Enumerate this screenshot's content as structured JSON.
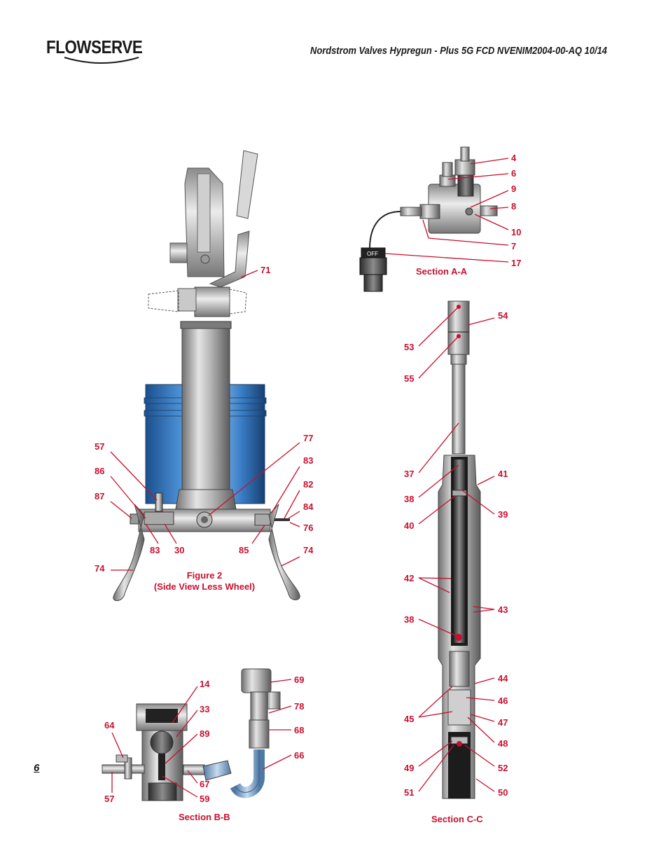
{
  "header": {
    "logo_text": "FLOWSERVE",
    "title": "Nordstrom Valves  Hypregun - Plus 5G FCD NVENIM2004-00-AQ 10/14"
  },
  "page_number": "6",
  "figure2": {
    "caption_line1": "Figure 2",
    "caption_line2": "(Side View Less Wheel)",
    "callouts": {
      "c71": "71",
      "c57": "57",
      "c86": "86",
      "c87": "87",
      "c83a": "83",
      "c30": "30",
      "c74a": "74",
      "c77": "77",
      "c83b": "83",
      "c82": "82",
      "c84": "84",
      "c76": "76",
      "c85": "85",
      "c74b": "74"
    }
  },
  "section_aa": {
    "caption": "Section A-A",
    "knob_text": "OFF",
    "callouts": {
      "c4": "4",
      "c6": "6",
      "c9": "9",
      "c8": "8",
      "c10": "10",
      "c7": "7",
      "c17": "17"
    }
  },
  "section_bb": {
    "caption": "Section B-B",
    "callouts": {
      "c14": "14",
      "c33": "33",
      "c89": "89",
      "c64": "64",
      "c57": "57",
      "c67": "67",
      "c59": "59",
      "c69": "69",
      "c78": "78",
      "c68": "68",
      "c66": "66"
    }
  },
  "section_cc": {
    "caption": "Section C-C",
    "callouts": {
      "c54": "54",
      "c53": "53",
      "c55": "55",
      "c37": "37",
      "c41": "41",
      "c38a": "38",
      "c39": "39",
      "c40": "40",
      "c42": "42",
      "c43": "43",
      "c38b": "38",
      "c44": "44",
      "c46": "46",
      "c45": "45",
      "c47": "47",
      "c48": "48",
      "c49": "49",
      "c52": "52",
      "c51": "51",
      "c50": "50"
    }
  },
  "colors": {
    "callout_red": "#c8102e",
    "bucket_blue": "#2a6fb8",
    "metal_grey": "#9a9a9a",
    "hose_blue": "#7da2c4"
  }
}
